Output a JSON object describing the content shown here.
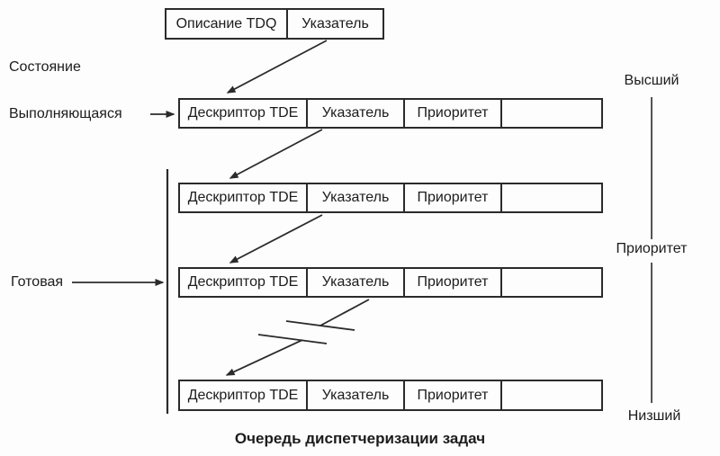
{
  "diagram": {
    "tdq_box": {
      "cell1": "Описание TDQ",
      "cell2": "Указатель"
    },
    "left_labels": {
      "state": "Состояние",
      "running": "Выполняющаяся",
      "ready": "Готовая"
    },
    "right_labels": {
      "highest": "Высший",
      "priority": "Приоритет",
      "lowest": "Низший"
    },
    "tde_rows": [
      {
        "c1": "Дескриптор TDE",
        "c2": "Указатель",
        "c3": "Приоритет",
        "c4": ""
      },
      {
        "c1": "Дескриптор TDE",
        "c2": "Указатель",
        "c3": "Приоритет",
        "c4": ""
      },
      {
        "c1": "Дескриптор TDE",
        "c2": "Указатель",
        "c3": "Приоритет",
        "c4": ""
      },
      {
        "c1": "Дескриптор TDE",
        "c2": "Указатель",
        "c3": "Приоритет",
        "c4": ""
      }
    ],
    "caption": "Очередь диспетчеризации задач",
    "colors": {
      "line": "#2b2b2b",
      "text": "#1c1c1c",
      "background": "#fdfdfd"
    }
  }
}
